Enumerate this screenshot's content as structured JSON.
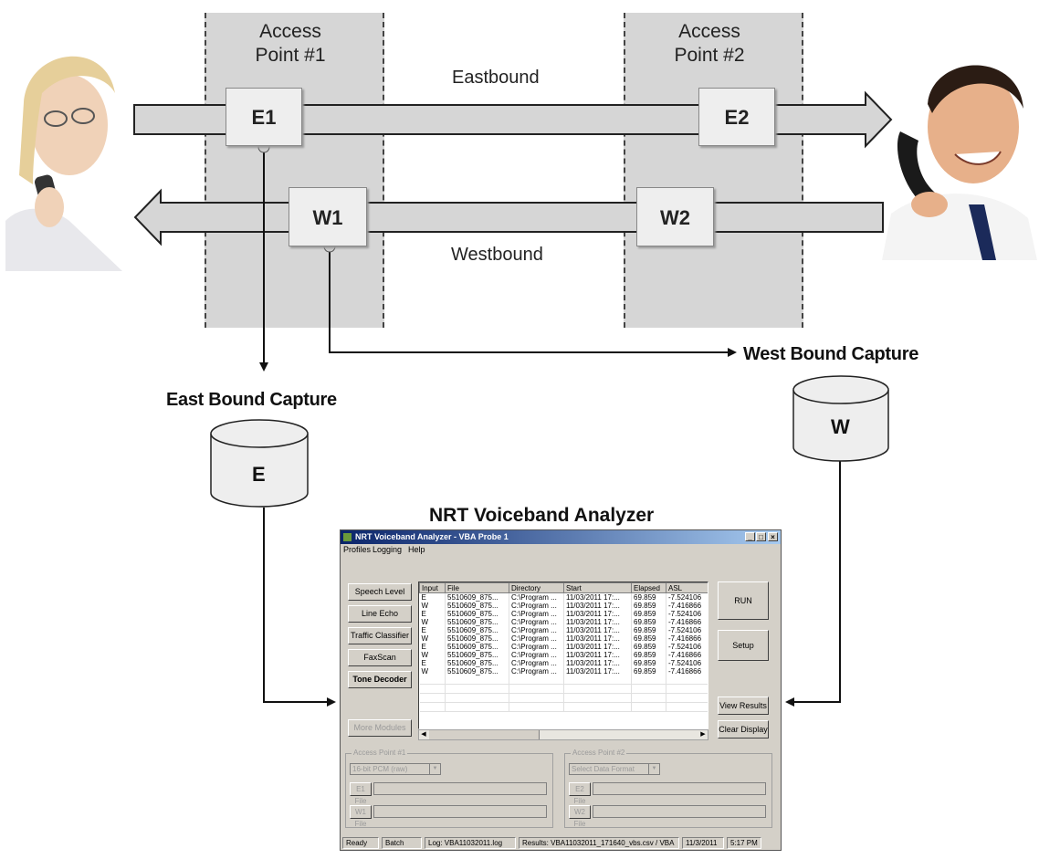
{
  "access_points": [
    {
      "title_line1": "Access",
      "title_line2": "Point #1"
    },
    {
      "title_line1": "Access",
      "title_line2": "Point #2"
    }
  ],
  "flows": {
    "east_label": "Eastbound",
    "west_label": "Westbound"
  },
  "nodes": {
    "e1": "E1",
    "e2": "E2",
    "w1": "W1",
    "w2": "W2"
  },
  "captures": {
    "east_label": "East Bound Capture",
    "east_db": "E",
    "west_label": "West Bound Capture",
    "west_db": "W"
  },
  "analyzer": {
    "heading": "NRT Voiceband Analyzer",
    "window_title": "NRT Voiceband Analyzer - VBA Probe 1",
    "menu": [
      "Profiles",
      "Logging",
      "Help"
    ],
    "modules": [
      "Speech Level",
      "Line Echo",
      "Traffic Classifier",
      "FaxScan",
      "Tone Decoder"
    ],
    "more_modules": "More Modules",
    "columns": [
      "Input",
      "File",
      "Directory",
      "Start",
      "Elapsed",
      "ASL"
    ],
    "rows": [
      [
        "E",
        "5510609_875...",
        "C:\\Program ...",
        "11/03/2011 17:...",
        "69.859",
        "-7.524106"
      ],
      [
        "W",
        "5510609_875...",
        "C:\\Program ...",
        "11/03/2011 17:...",
        "69.859",
        "-7.416866"
      ],
      [
        "E",
        "5510609_875...",
        "C:\\Program ...",
        "11/03/2011 17:...",
        "69.859",
        "-7.524106"
      ],
      [
        "W",
        "5510609_875...",
        "C:\\Program ...",
        "11/03/2011 17:...",
        "69.859",
        "-7.416866"
      ],
      [
        "E",
        "5510609_875...",
        "C:\\Program ...",
        "11/03/2011 17:...",
        "69.859",
        "-7.524106"
      ],
      [
        "W",
        "5510609_875...",
        "C:\\Program ...",
        "11/03/2011 17:...",
        "69.859",
        "-7.416866"
      ],
      [
        "E",
        "5510609_875...",
        "C:\\Program ...",
        "11/03/2011 17:...",
        "69.859",
        "-7.524106"
      ],
      [
        "W",
        "5510609_875...",
        "C:\\Program ...",
        "11/03/2011 17:...",
        "69.859",
        "-7.416866"
      ],
      [
        "E",
        "5510609_875...",
        "C:\\Program ...",
        "11/03/2011 17:...",
        "69.859",
        "-7.524106"
      ],
      [
        "W",
        "5510609_875...",
        "C:\\Program ...",
        "11/03/2011 17:...",
        "69.859",
        "-7.416866"
      ]
    ],
    "run": "RUN",
    "setup": "Setup",
    "view_results": "View Results",
    "clear_display": "Clear Display",
    "ap1": {
      "title": "Access Point #1",
      "format": "16-bit PCM (raw)",
      "e_file": "E1 File",
      "w_file": "W1 File"
    },
    "ap2": {
      "title": "Access Point #2",
      "format": "Select Data Format",
      "e_file": "E2 File",
      "w_file": "W2 File"
    },
    "status": [
      "Ready",
      "Batch",
      "Log: VBA11032011.log",
      "Results: VBA11032011_171640_vbs.csv / VBA",
      "11/3/2011",
      "5:17 PM"
    ]
  }
}
